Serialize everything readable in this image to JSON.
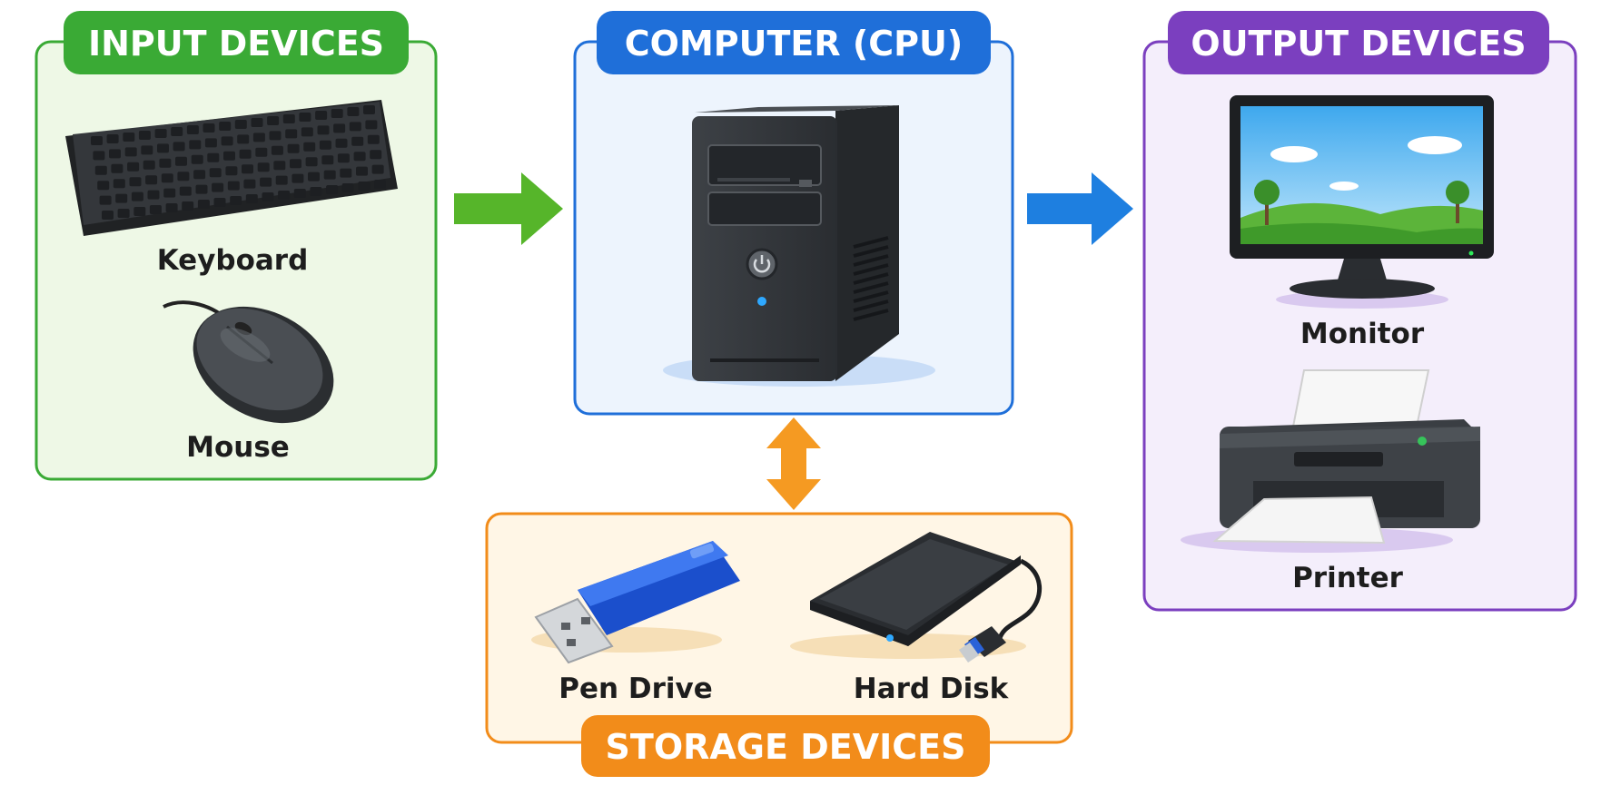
{
  "input": {
    "title": "INPUT DEVICES",
    "items": [
      {
        "label": "Keyboard",
        "icon": "keyboard-icon"
      },
      {
        "label": "Mouse",
        "icon": "mouse-icon"
      }
    ]
  },
  "computer": {
    "title": "COMPUTER (CPU)",
    "icon": "cpu-tower-icon"
  },
  "output": {
    "title": "OUTPUT DEVICES",
    "items": [
      {
        "label": "Monitor",
        "icon": "monitor-icon"
      },
      {
        "label": "Printer",
        "icon": "printer-icon"
      }
    ]
  },
  "storage": {
    "title": "STORAGE DEVICES",
    "items": [
      {
        "label": "Pen Drive",
        "icon": "pen-drive-icon"
      },
      {
        "label": "Hard Disk",
        "icon": "hard-disk-icon"
      }
    ]
  },
  "colors": {
    "input": "#3aaa35",
    "input_bg": "#eef8e6",
    "computer": "#1f6fd9",
    "computer_bg": "#edf4fd",
    "output": "#7b3fbf",
    "output_bg": "#f4eefb",
    "storage": "#f28c1a",
    "storage_bg": "#fff6e6",
    "arrow_input": "#56b52a",
    "arrow_output": "#1e7fe0",
    "arrow_storage": "#f59a22"
  }
}
